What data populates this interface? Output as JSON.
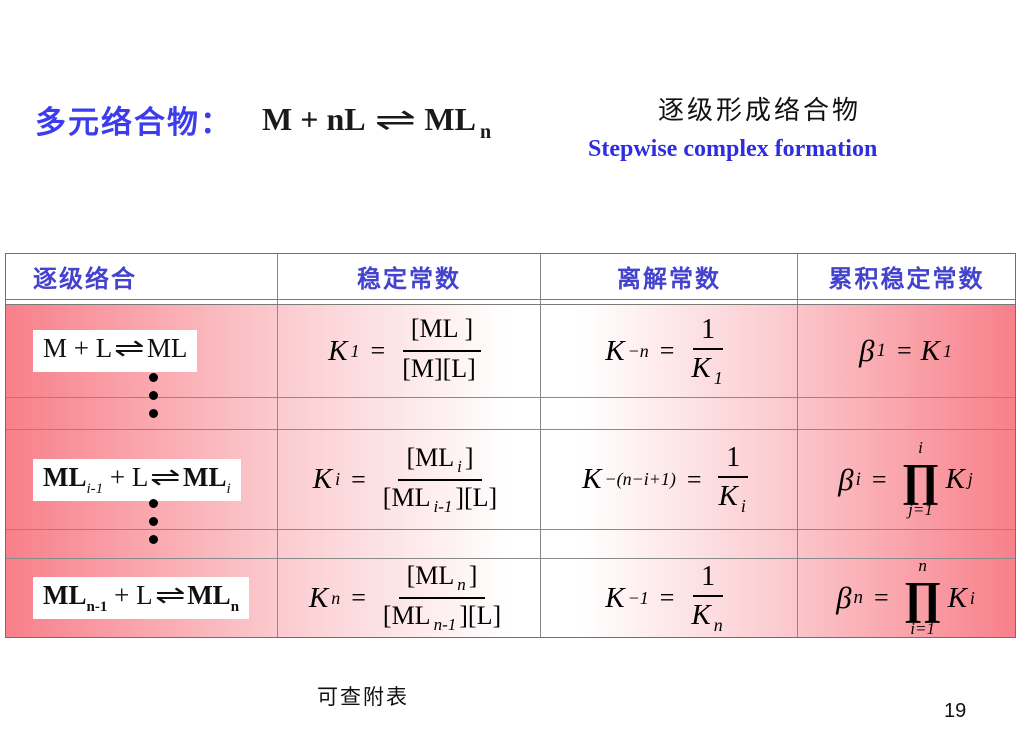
{
  "colors": {
    "title_blue": "#3c3cee",
    "header_blue": "#4343cd",
    "subtitle_en_blue": "#2e2ee0",
    "gradient_red": "#f8808a",
    "grid_gray": "#8a8a8a"
  },
  "header": {
    "title": "多元络合物：",
    "equation": {
      "lhs": "M + nL",
      "arrow": "⇌",
      "rhs": "ML",
      "rhs_sub": "n"
    },
    "subtitle_cn": "逐级形成络合物",
    "subtitle_en": "Stepwise complex formation"
  },
  "table": {
    "columns": [
      "逐级络合",
      "稳定常数",
      "离解常数",
      "累积稳定常数"
    ],
    "rows": [
      {
        "reaction": {
          "m1": "M",
          "m1_sub": "",
          "plus_l": "+ L",
          "arrow": "⇌",
          "m2": "ML",
          "m2_sub": ""
        },
        "stability": {
          "k": "K",
          "k_sub": "1",
          "eq": "=",
          "num_pre": "[ML",
          "num_sub": "",
          "num_post": "]",
          "den_pre": "[M][L]",
          "den_sub": "",
          "den_post": ""
        },
        "dissociation": {
          "k": "K",
          "k_sub": "−n",
          "eq": "=",
          "num": "1",
          "den_k": "K",
          "den_sub": "1"
        },
        "cumulative": {
          "beta": "β",
          "beta_sub": "1",
          "eq": "=",
          "k": "K",
          "k_sub": "1"
        }
      },
      {
        "reaction": {
          "m1": "ML",
          "m1_sub": "i-1",
          "plus_l": "+ L",
          "arrow": "⇌",
          "m2": "ML",
          "m2_sub": "i"
        },
        "stability": {
          "k": "K",
          "k_sub": "i",
          "eq": "=",
          "num_pre": "[ML",
          "num_sub": "i",
          "num_post": "]",
          "den_pre": "[ML",
          "den_sub": "i-1",
          "den_post": "][L]"
        },
        "dissociation": {
          "k": "K",
          "k_sub": "−(n−i+1)",
          "eq": "=",
          "num": "1",
          "den_k": "K",
          "den_sub": "i"
        },
        "cumulative": {
          "beta": "β",
          "beta_sub": "i",
          "eq": "=",
          "prod": "∏",
          "prod_top": "i",
          "prod_bottom": "j=1",
          "k": "K",
          "k_sub": "j"
        }
      },
      {
        "reaction": {
          "m1": "ML",
          "m1_sub": "n-1",
          "plus_l": "+ L",
          "arrow": "⇌",
          "m2": "ML",
          "m2_sub": "n"
        },
        "stability": {
          "k": "K",
          "k_sub": "n",
          "eq": "=",
          "num_pre": "[ML",
          "num_sub": "n",
          "num_post": "]",
          "den_pre": "[ML",
          "den_sub": "n-1",
          "den_post": "][L]"
        },
        "dissociation": {
          "k": "K",
          "k_sub": "−1",
          "eq": "=",
          "num": "1",
          "den_k": "K",
          "den_sub": "n"
        },
        "cumulative": {
          "beta": "β",
          "beta_sub": "n",
          "eq": "=",
          "prod": "∏",
          "prod_top": "n",
          "prod_bottom": "i=1",
          "k": "K",
          "k_sub": "i"
        }
      }
    ]
  },
  "footer": {
    "note": "可查附表",
    "page_number": "19"
  }
}
